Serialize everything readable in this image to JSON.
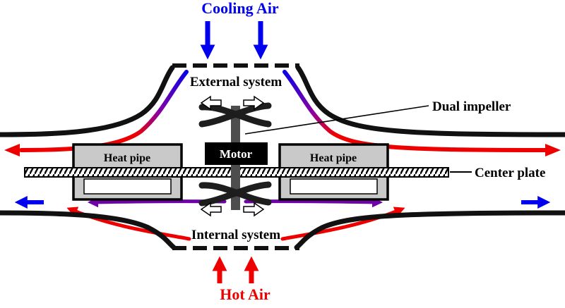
{
  "labels": {
    "cooling_air": "Cooling Air",
    "external_system": "External system",
    "dual_impeller": "Dual impeller",
    "motor": "Motor",
    "heat_pipe_left": "Heat pipe",
    "heat_pipe_right": "Heat pipe",
    "center_plate": "Center plate",
    "internal_system": "Internal system",
    "hot_air": "Hot Air"
  },
  "colors": {
    "cooling_air_blue": "#0000ee",
    "hot_air_red": "#ee0000",
    "transition_purple": "#7000a8",
    "wall_black": "#111111",
    "heat_pipe_gray": "#c9c9c9",
    "motor_black": "#000000",
    "shaft_gray": "#4d4d4d",
    "label_black": "#000000",
    "motor_text_white": "#ffffff"
  },
  "flows": {
    "cooling_air_inlet": {
      "icon": "down-arrow",
      "color": "#0000ee",
      "count": 2
    },
    "hot_air_inlet": {
      "icon": "up-arrow",
      "color": "#ee0000",
      "count": 2
    },
    "external_outflow_left": {
      "icon": "curved-arrow",
      "gradient": [
        "#0000ee",
        "#ee0000"
      ],
      "direction": "left"
    },
    "external_outflow_right": {
      "icon": "curved-arrow",
      "gradient": [
        "#0000ee",
        "#ee0000"
      ],
      "direction": "right"
    },
    "internal_outflow_left": {
      "icon": "curved-arrow",
      "colors": [
        "#ee0000",
        "#7000a8",
        "#0000ee"
      ],
      "direction": "left"
    },
    "internal_outflow_right": {
      "icon": "curved-arrow",
      "colors": [
        "#ee0000",
        "#7000a8",
        "#0000ee"
      ],
      "direction": "right"
    },
    "impeller_outflow": {
      "icon": "hollow-arrow",
      "color": "#ffffff",
      "count": 4
    }
  }
}
